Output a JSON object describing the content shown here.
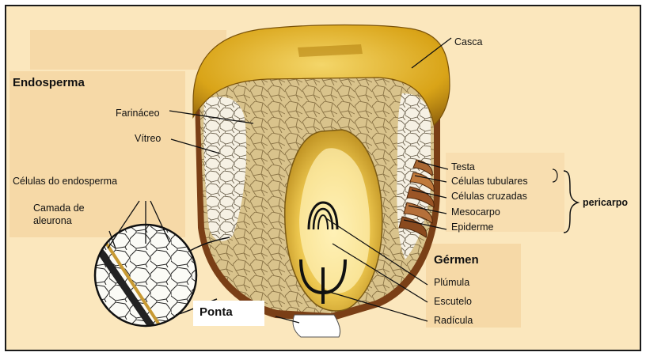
{
  "diagram": {
    "labels": {
      "casca": "Casca",
      "endosperma": "Endosperma",
      "farinaceo": "Farináceo",
      "vitreo": "Vítreo",
      "celulas_endosperma": "Células do endosperma",
      "camada_line1": "Camada de",
      "camada_line2": "aleurona",
      "testa": "Testa",
      "celulas_tubulares": "Células tubulares",
      "celulas_cruzadas": "Células cruzadas",
      "mesocarpo": "Mesocarpo",
      "epiderme": "Epiderme",
      "pericarpo": "pericarpo",
      "germen": "Gérmen",
      "plumula": "Plúmula",
      "escutelo": "Escutelo",
      "radicula": "Radícula",
      "ponta": "Ponta"
    },
    "colors": {
      "background": "#fbe7bd",
      "panel": "#f6d9a7",
      "hull": "#d9a418",
      "endosperm": "#d8c28a",
      "vitreous": "#f4efe3",
      "germ": "#e7c04a",
      "pericarp": "#8a4e22"
    }
  }
}
